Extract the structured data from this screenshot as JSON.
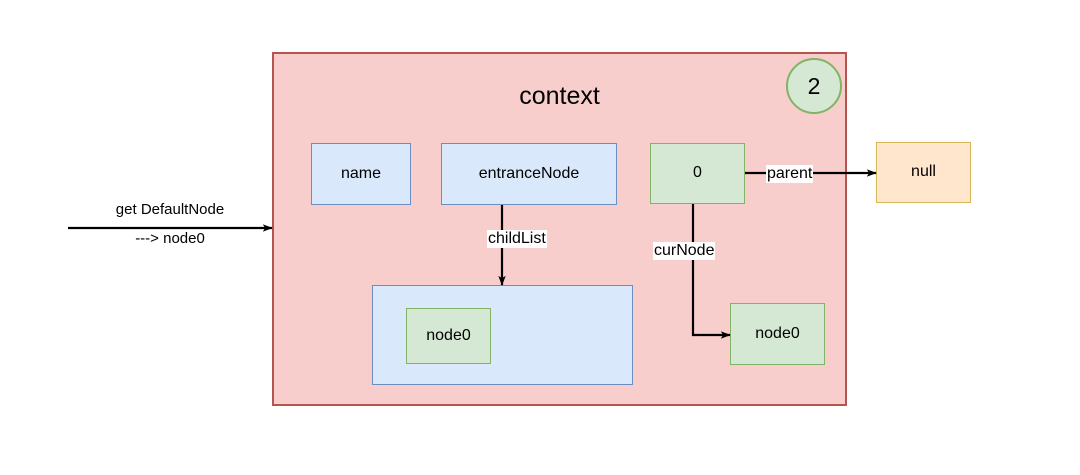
{
  "diagram": {
    "title": "context",
    "step_badge": "2",
    "colors": {
      "container_fill": "#f8cecc",
      "container_stroke": "#b85450",
      "blue_fill": "#dae8fc",
      "blue_stroke": "#6c8ebf",
      "green_fill": "#d5e8d4",
      "green_stroke": "#82b366",
      "yellow_fill": "#ffe6cc",
      "yellow_stroke": "#d6b656",
      "line": "#000000",
      "background": "#ffffff"
    },
    "entry_arrow": {
      "label_top": "get DefaultNode",
      "label_bottom": "---> node0"
    },
    "fields": [
      {
        "id": "name",
        "label": "name",
        "kind": "blue"
      },
      {
        "id": "entranceNode",
        "label": "entranceNode",
        "kind": "blue"
      },
      {
        "id": "index",
        "label": "0",
        "kind": "green"
      }
    ],
    "child_list": {
      "container_label": "",
      "items": [
        {
          "label": "node0",
          "kind": "green"
        }
      ]
    },
    "cur_node": {
      "label": "node0",
      "kind": "green"
    },
    "null_node": {
      "label": "null",
      "kind": "yellow"
    },
    "edges": [
      {
        "id": "parent",
        "label": "parent",
        "from": "index",
        "to": "null"
      },
      {
        "id": "childList",
        "label": "childList",
        "from": "entranceNode",
        "to": "child-list-box"
      },
      {
        "id": "curNode",
        "label": "curNode",
        "from": "index",
        "to": "cur-node-box"
      }
    ]
  }
}
